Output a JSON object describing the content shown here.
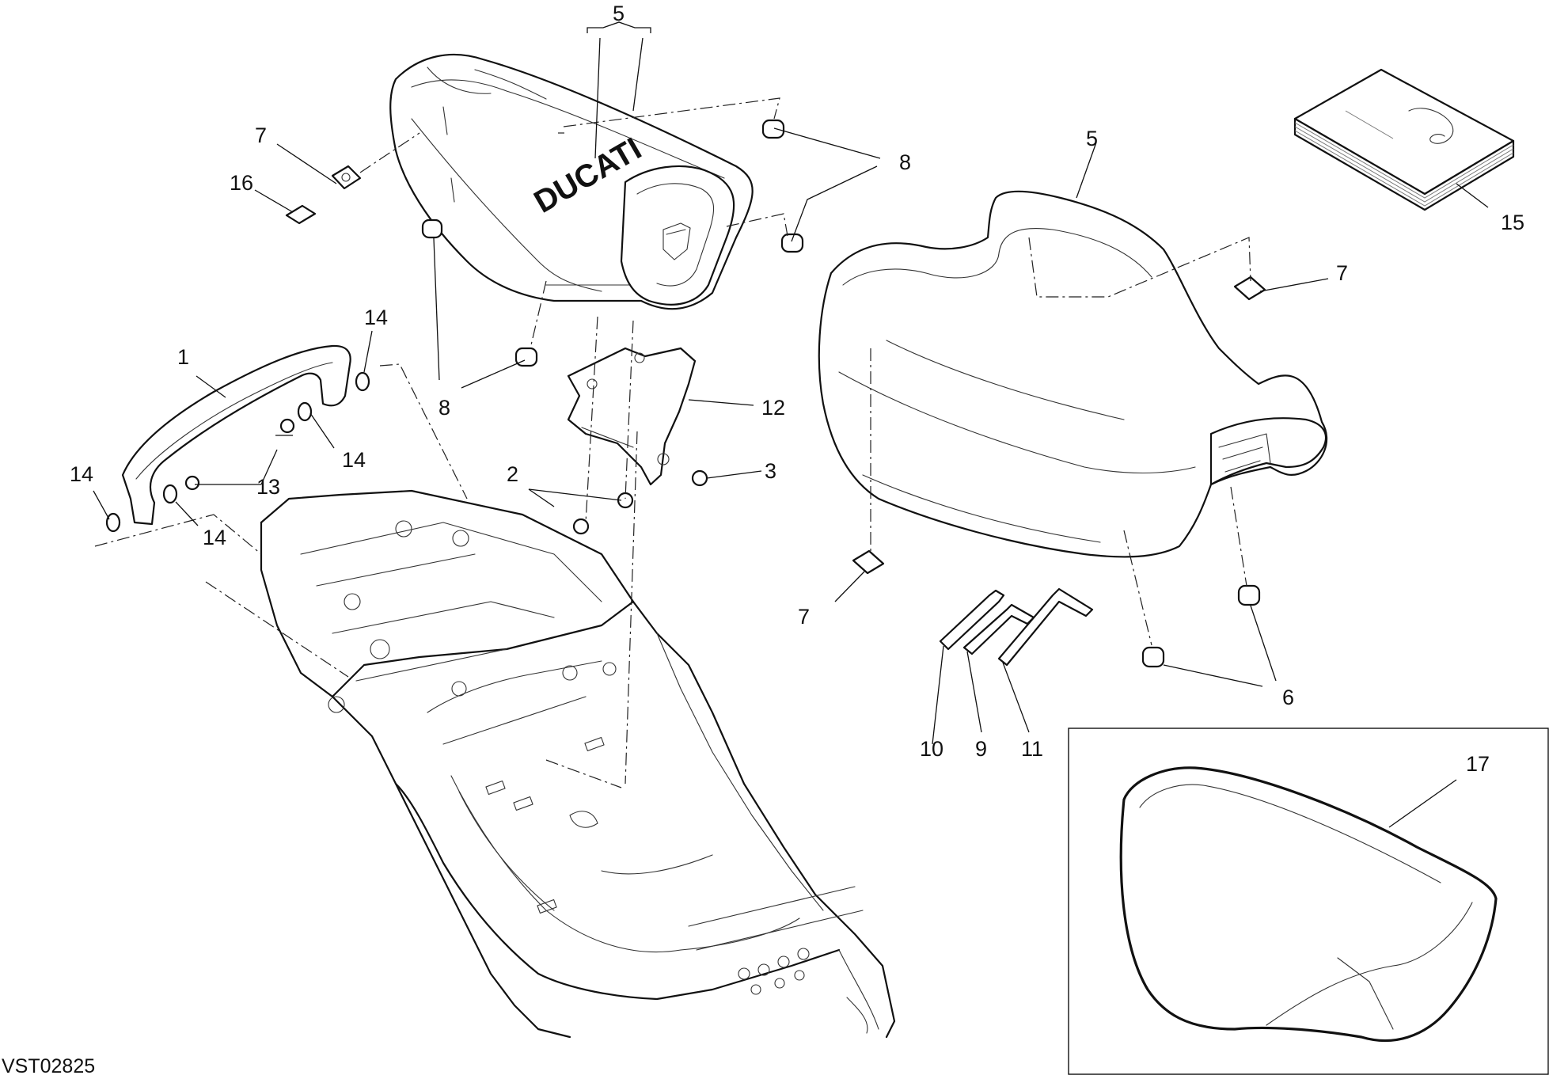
{
  "drawing": {
    "code": "VST02825",
    "brand_text": "DUCATI"
  },
  "callouts": {
    "c1": "1",
    "c2": "2",
    "c3": "3",
    "c5_passenger": "5",
    "c5_rider": "5",
    "c6": "6",
    "c7_left": "7",
    "c7_right": "7",
    "c7_bottom": "7",
    "c8_upper": "8",
    "c8_lower": "8",
    "c9": "9",
    "c10": "10",
    "c11": "11",
    "c12": "12",
    "c13": "13",
    "c14_top": "14",
    "c14_mid": "14",
    "c14_left": "14",
    "c14_bottom": "14",
    "c15": "15",
    "c16": "16",
    "c17": "17"
  }
}
